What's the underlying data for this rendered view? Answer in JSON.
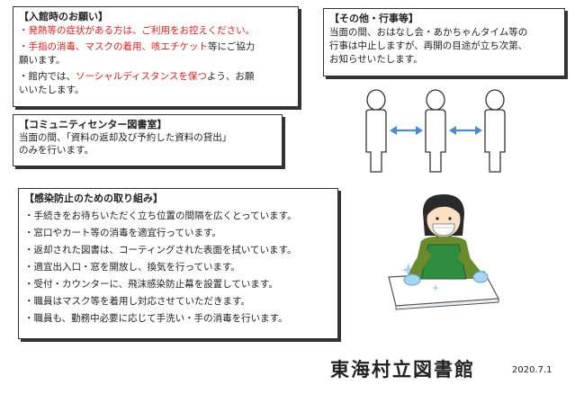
{
  "admission_requests": {
    "title": "【入館時のお願い】",
    "line1": "・発熱等の症状がある方は、ご利用をお控えください。",
    "line2_part1": "・手指の消毒、マスクの着用、咳エチケット",
    "line2_part2": "等にご協力",
    "line2_part3": "願います。",
    "line3_part1": "・館内では、",
    "line3_part2": "ソーシャルディスタンスを保つ",
    "line3_part3": "よう、お願",
    "line3_part4": "いいたします。"
  },
  "community_library": {
    "title": "【コミュニティセンター図書室】",
    "line1": "当面の間、「資料の返却及び予約した資料の貸出」",
    "line2": "のみを行います。"
  },
  "other_events": {
    "title": "【その他・行事等】",
    "line1": "当面の間、おはなし会・あかちゃんタイム等の",
    "line2": "行事は中止しますが、再開の目途が立ち次第、",
    "line3": "お知らせいたします。"
  },
  "infection_prevention": {
    "title": "【感染防止のための取り組み】",
    "items": [
      "・手続きをお待ちいただく立ち位置の間隔を広くとっています。",
      "・窓口やカート等の消毒を適宜行っています。",
      "・返却された図書は、コーティングされた表面を拭いています。",
      "・適宜出入口・窓を開放し、換気を行っています。",
      "・受付・カウンターに、飛沫感染防止幕を設置しています。",
      "・職員はマスク等を着用し対応させていただきます。",
      "・職員も、勤務中必要に応じて手洗い・手の消毒を行います。"
    ]
  },
  "footer": {
    "library_name": "東海村立図書館",
    "date": "2020.7.1"
  },
  "colors": {
    "warning_red": "#e01c1c",
    "distance_arrow": "#4a8bd0",
    "apron_green": "#2e8c3e",
    "glove_blue": "#a8d6f2"
  },
  "icons": {
    "distancing_illustration": "social-distance-figures",
    "cleaning_illustration": "staff-wiping-counter"
  }
}
